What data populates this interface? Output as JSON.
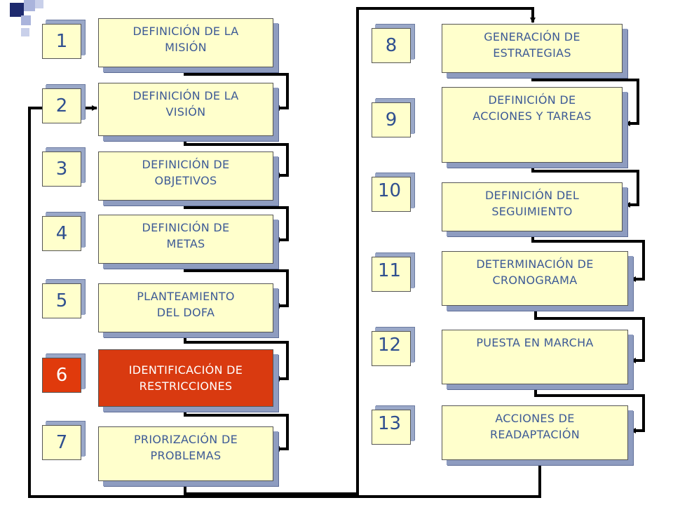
{
  "colors": {
    "box_fill": "#ffffcc",
    "active_fill": "#d93a10",
    "text": "#3d5a96",
    "corner_dark": "#1e2a6e",
    "corner_light": "#aab4dc"
  },
  "numbers": [
    "1",
    "2",
    "3",
    "4",
    "5",
    "6",
    "7",
    "8",
    "9",
    "10",
    "11",
    "12",
    "13"
  ],
  "steps": [
    "DEFINICIÓN DE LA\nMISIÓN",
    "DEFINICIÓN DE LA\nVISIÓN",
    "DEFINICIÓN DE\nOBJETIVOS",
    "DEFINICIÓN DE\nMETAS",
    "PLANTEAMIENTO\nDEL DOFA",
    "IDENTIFICACIÓN DE\nRESTRICCIONES",
    "PRIORIZACIÓN  DE\nPROBLEMAS",
    "GENERACIÓN  DE\nESTRATEGIAS",
    "DEFINICIÓN DE\nACCIONES Y TAREAS",
    "DEFINICIÓN DEL\nSEGUIMIENTO",
    "DETERMINACIÓN DE\nCRONOGRAMA",
    "PUESTA EN MARCHA",
    "ACCIONES DE\nREADAPTACIÓN"
  ],
  "active_step": "6"
}
